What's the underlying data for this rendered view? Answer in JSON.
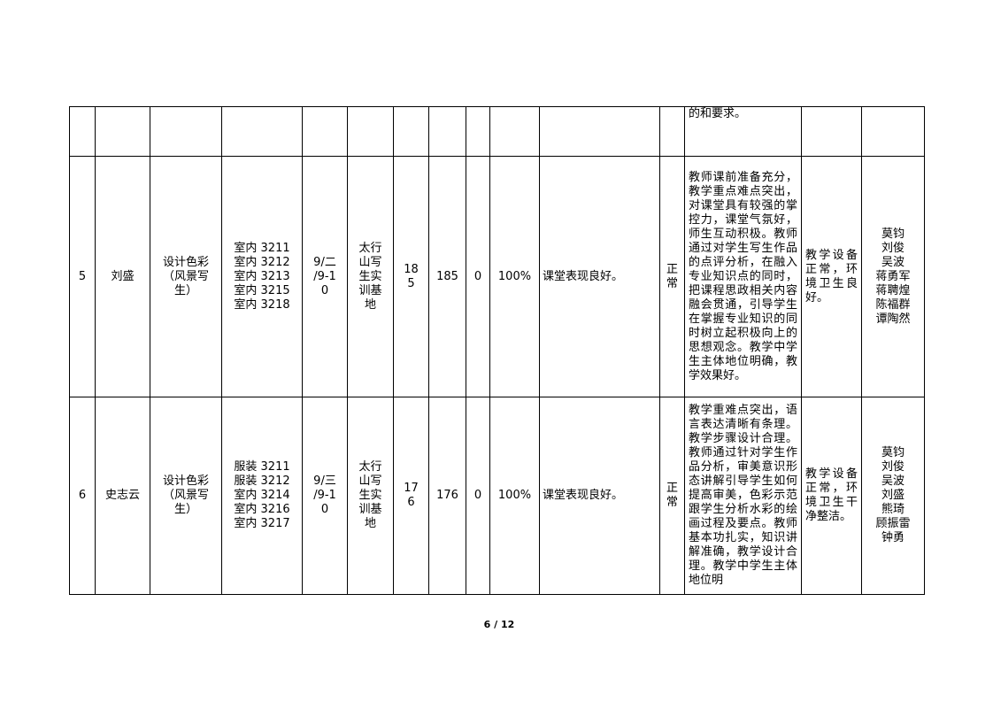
{
  "prev_row": {
    "evaluation": "的和要求。"
  },
  "rows": [
    {
      "no": "5",
      "teacher": "刘盛",
      "course": [
        "设计色彩",
        "（风景写",
        "生）"
      ],
      "classes": [
        "室内 3211",
        "室内 3212",
        "室内 3213",
        "室内 3215",
        "室内 3218"
      ],
      "date": [
        "9/二",
        "/9-1",
        "0"
      ],
      "location": [
        "太行",
        "山写",
        "生实",
        "训基",
        "地"
      ],
      "expected": [
        "18",
        "5"
      ],
      "actual": "185",
      "absent": "0",
      "rate": "100%",
      "performance": "课堂表现良好。",
      "status": [
        "正",
        "常"
      ],
      "evaluation": "教师课前准备充分，教学重点难点突出，对课堂具有较强的掌控力，课堂气氛好，师生互动积极。教师通过对学生写生作品的点评分析，在融入专业知识点的同时，把课程思政相关内容融会贯通，引导学生在掌握专业知识的同时树立起积极向上的思想观念。教学中学生主体地位明确，教学效果好。",
      "facilities": "教学设备正常，环境卫生良好。",
      "inspectors": [
        "莫钧",
        "刘俊",
        "吴波",
        "蒋勇军",
        "蒋聘煌",
        "陈福群",
        "谭陶然"
      ]
    },
    {
      "no": "6",
      "teacher": "史志云",
      "course": [
        "设计色彩",
        "（风景写",
        "生）"
      ],
      "classes": [
        "服装 3211",
        "服装 3212",
        "室内 3214",
        "室内 3216",
        "室内 3217"
      ],
      "date": [
        "9/三",
        "/9-1",
        "0"
      ],
      "location": [
        "太行",
        "山写",
        "生实",
        "训基",
        "地"
      ],
      "expected": [
        "17",
        "6"
      ],
      "actual": "176",
      "absent": "0",
      "rate": "100%",
      "performance": "课堂表现良好。",
      "status": [
        "正",
        "常"
      ],
      "evaluation": "教学重难点突出，语言表达清晰有条理。教学步骤设计合理。教师通过针对学生作品分析，审美意识形态讲解引导学生如何提高审美，色彩示范跟学生分析水彩的绘画过程及要点。教师基本功扎实，知识讲解准确，教学设计合理。教学中学生主体地位明",
      "facilities": "教学设备正常，环境卫生干净整洁。",
      "inspectors": [
        "莫钧",
        "刘俊",
        "吴波",
        "刘盛",
        "熊琦",
        "顾振雷",
        "钟勇"
      ]
    }
  ],
  "footer": {
    "page": "6 / 12"
  }
}
